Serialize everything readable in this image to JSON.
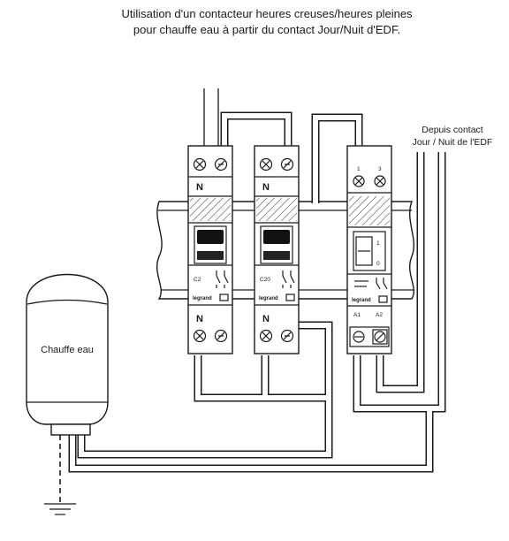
{
  "title": {
    "line1": "Utilisation d'un contacteur heures creuses/heures pleines",
    "line2": "pour chauffe eau à partir du contact Jour/Nuit d'EDF."
  },
  "labels": {
    "edf_line1": "Depuis contact",
    "edf_line2": "Jour / Nuit de l'EDF",
    "heater": "Chauffe eau"
  },
  "breakers": [
    {
      "top_label": "N",
      "bottom_label": "N",
      "rating": "C2",
      "brand": "legrand"
    },
    {
      "top_label": "N",
      "bottom_label": "N",
      "rating": "C20",
      "brand": "legrand"
    }
  ],
  "contactor": {
    "terminal_1": "1",
    "terminal_3": "3",
    "switch_on": "1",
    "switch_off": "0",
    "brand": "legrand",
    "coil_a1": "A1",
    "coil_a2": "A2"
  }
}
